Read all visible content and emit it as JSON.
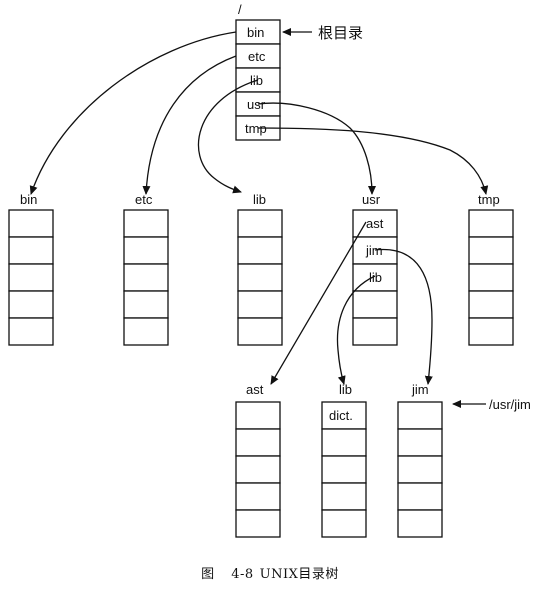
{
  "root": {
    "title": "/",
    "entries": [
      "bin",
      "etc",
      "lib",
      "usr",
      "tmp"
    ],
    "annotation": "根目录"
  },
  "directories": {
    "bin": {
      "title": "bin"
    },
    "etc": {
      "title": "etc"
    },
    "lib": {
      "title": "lib"
    },
    "usr": {
      "title": "usr",
      "entries": [
        "ast",
        "jim",
        "lib"
      ]
    },
    "tmp": {
      "title": "tmp"
    },
    "ast": {
      "title": "ast"
    },
    "usrlib": {
      "title": "lib",
      "entries": [
        "dict."
      ]
    },
    "jim": {
      "title": "jim",
      "annotation": "/usr/jim"
    }
  },
  "caption": {
    "label": "图",
    "number": "4-8",
    "text": "UNIX目录树"
  }
}
